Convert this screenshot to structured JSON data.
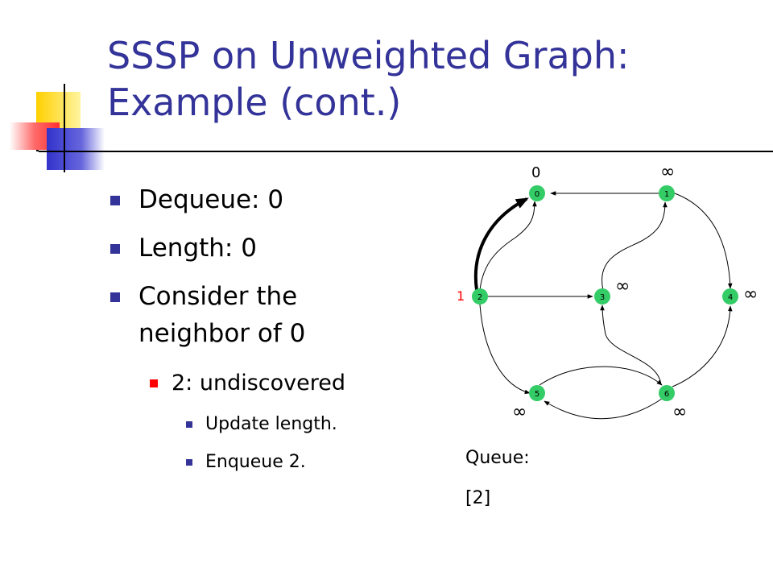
{
  "slide": {
    "title": "SSSP on Unweighted Graph:\nExample (cont.)",
    "bullets": {
      "dequeue": "Dequeue: 0",
      "length": "Length: 0",
      "consider_line1": "Consider the",
      "consider_line2": "neighbor of 0",
      "sub": "2: undiscovered",
      "update": "Update length.",
      "enqueue": "Enqueue 2."
    },
    "queue": {
      "label": "Queue:",
      "contents": "[2]"
    }
  },
  "graph": {
    "nodes": [
      "0",
      "1",
      "2",
      "3",
      "4",
      "5",
      "6"
    ],
    "distances": {
      "0": "0",
      "1": "∞",
      "2": "1",
      "3": "∞",
      "4": "∞",
      "5": "∞",
      "6": "∞"
    },
    "colors": {
      "node_fill": "#33cc66",
      "title": "#333399",
      "highlight_label": "#ff0000"
    },
    "edges": [
      [
        "1",
        "0"
      ],
      [
        "2",
        "0"
      ],
      [
        "1",
        "4"
      ],
      [
        "3",
        "1"
      ],
      [
        "2",
        "3"
      ],
      [
        "6",
        "3"
      ],
      [
        "6",
        "4"
      ],
      [
        "2",
        "5"
      ],
      [
        "5",
        "6"
      ],
      [
        "6",
        "5"
      ]
    ],
    "highlighted_edge": [
      "2",
      "0"
    ]
  }
}
